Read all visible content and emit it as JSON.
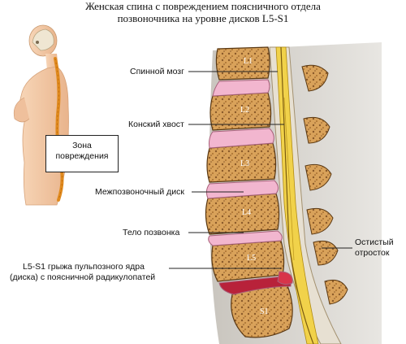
{
  "title": {
    "line1": "Женская спина с повреждением поясничного отдела",
    "line2": "позвоночника на уровне дисков L5-S1"
  },
  "zone_label": {
    "line1": "Зона",
    "line2": "повреждения"
  },
  "labels": {
    "spinal_cord": "Спинной мозг",
    "cauda_equina": "Конский хвост",
    "intervertebral_disc": "Межпозвоночный диск",
    "vertebral_body": "Тело позвонка",
    "hernia_line1": "L5-S1 грыжа пульпозного ядра",
    "hernia_line2": "(диска) с поясничной радикулопатей",
    "spinous_line1": "Остистый",
    "spinous_line2": "отросток"
  },
  "vertebrae": [
    "L1",
    "L2",
    "L3",
    "L4",
    "L5",
    "S1"
  ],
  "colors": {
    "bone": "#d9a25a",
    "bone_dark": "#8a5a2a",
    "disc": "#f2b6cf",
    "disc_herniated": "#b8223a",
    "cord": "#f1d24a",
    "skin": "#f2c9a6",
    "spine_orange": "#e08a1e"
  }
}
